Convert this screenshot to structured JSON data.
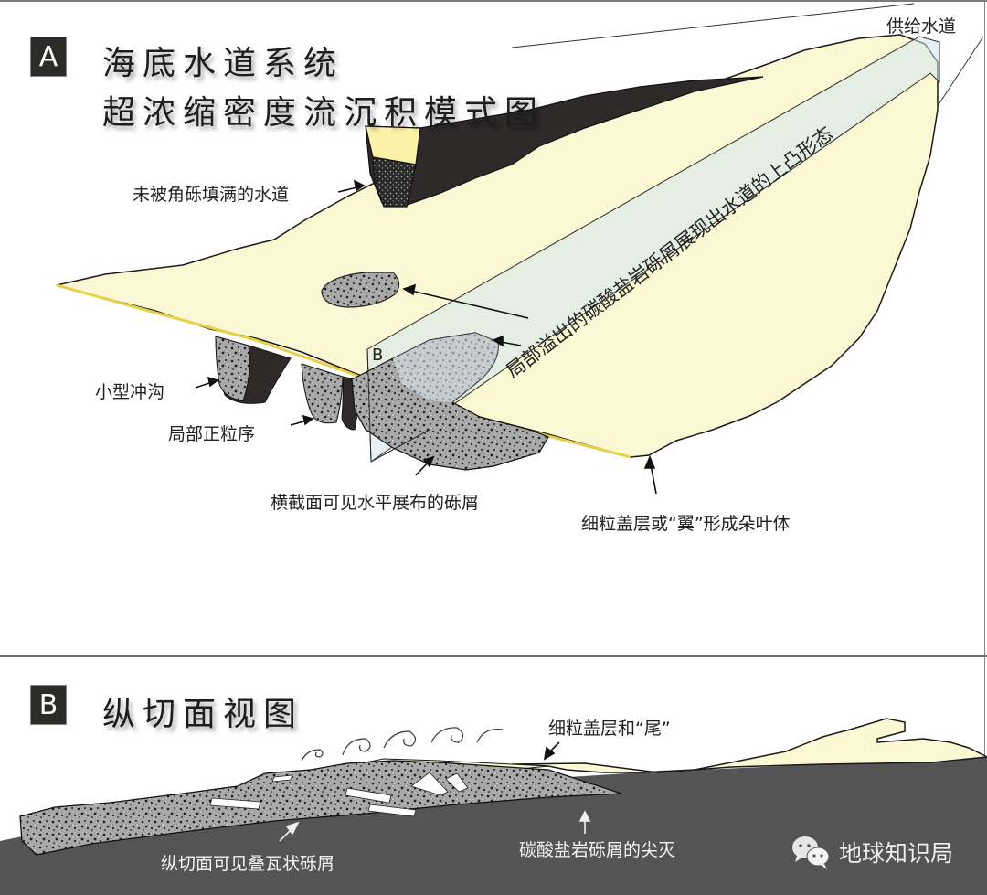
{
  "panel_a": {
    "badge": "A",
    "title_line1": "海底水道系统",
    "title_line2": "超浓缩密度流沉积模式图",
    "labels": {
      "supply_channel": "供给水道",
      "unfilled_channel": "未被角砾填满的水道",
      "overflow_convex": "局部溢出的碳酸盐岩砾屑展现出水道的上凸形态",
      "small_scours": "小型冲沟",
      "normal_grading": "局部正粒序",
      "horizontal_clasts": "横截面可见水平展布的砾屑",
      "fine_cap_wings": "细粒盖层或“翼”形成朵叶体",
      "section_marker": "B"
    }
  },
  "panel_b": {
    "badge": "B",
    "title": "纵切面视图",
    "labels": {
      "fine_cap_tail": "细粒盖层和“尾”",
      "imbricated_clasts": "纵切面可见叠瓦状砾屑",
      "pinch_out": "碳酸盐岩砾屑的尖灭"
    }
  },
  "watermark": {
    "icon": "wechat-icon",
    "text": "地球知识局"
  },
  "colors": {
    "sand_fill": "#fcf8d4",
    "sand_edge": "#efe07a",
    "channel_dark": "#2e2a2a",
    "breccia_gray": "#a8a8a8",
    "section_plane": "#cfe6ef",
    "basement": "#555455",
    "badge_bg": "#2b2b28"
  }
}
